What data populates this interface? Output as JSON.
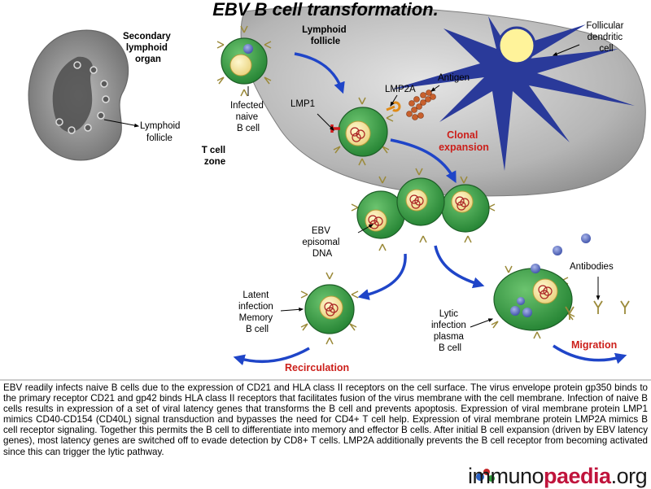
{
  "title": "EBV B cell transformation.",
  "labels": {
    "secondary_lymphoid_organ": [
      "Secondary",
      "lymphoid",
      "organ"
    ],
    "lymphoid_follicle_left": [
      "Lymphoid",
      "follicle"
    ],
    "lymphoid_follicle_top": [
      "Lymphoid",
      "follicle"
    ],
    "follicular_dendritic_cell": [
      "Follicular",
      "dendritic",
      "cell"
    ],
    "infected_naive_b_cell": [
      "Infected",
      "naive",
      "B cell"
    ],
    "t_cell_zone": [
      "T cell",
      "zone"
    ],
    "lmp1": "LMP1",
    "lmp2a": "LMP2A",
    "antigen": "Antigen",
    "clonal_expansion": [
      "Clonal",
      "expansion"
    ],
    "ebv_episomal_dna": [
      "EBV",
      "episomal",
      "DNA"
    ],
    "latent_memory_b_cell": [
      "Latent",
      "infection",
      "Memory",
      "B cell"
    ],
    "lytic_plasma_b_cell": [
      "Lytic",
      "infection",
      "plasma",
      "B cell"
    ],
    "antibodies": "Antibodies",
    "recirculation": "Recirculation",
    "migration": "Migration"
  },
  "caption": "EBV readily infects naive B cells due to the expression of CD21 and HLA class II receptors on the cell surface. The virus envelope protein gp350 binds to the primary receptor CD21 and gp42 binds HLA class II receptors that facilitates fusion of the virus membrane with the cell membrane. Infection of naive B cells results in expression of a set of viral latency genes that transforms the B cell and prevents apoptosis. Expression of viral membrane protein LMP1 mimics CD40-CD154 (CD40L) signal transduction and bypasses the need for CD4+ T cell help. Expression of viral membrane protein LMP2A mimics B cell receptor signaling. Together this permits the B cell to differentiate into memory and effector B cells. After initial B cell expansion (driven by EBV latency genes), most latency genes are switched off to evade detection by CD8+ T cells. LMP2A additionally prevents the B cell receptor from becoming activated since this can trigger the lytic pathway.",
  "brand": {
    "part1": "immuno",
    "part2": "paedia",
    "part3": ".org"
  },
  "colors": {
    "cell_green": "#2f9a3c",
    "cell_outline": "#1d5e26",
    "nucleus": "#f6e7a0",
    "follicle_gray": "#8a8a8a",
    "fdc_blue": "#2a3a9a",
    "receptor": "#9b8a3a",
    "arrow_blue": "#1f45c8",
    "label_red": "#cc1f1a",
    "virus": "#5c6fc0"
  }
}
